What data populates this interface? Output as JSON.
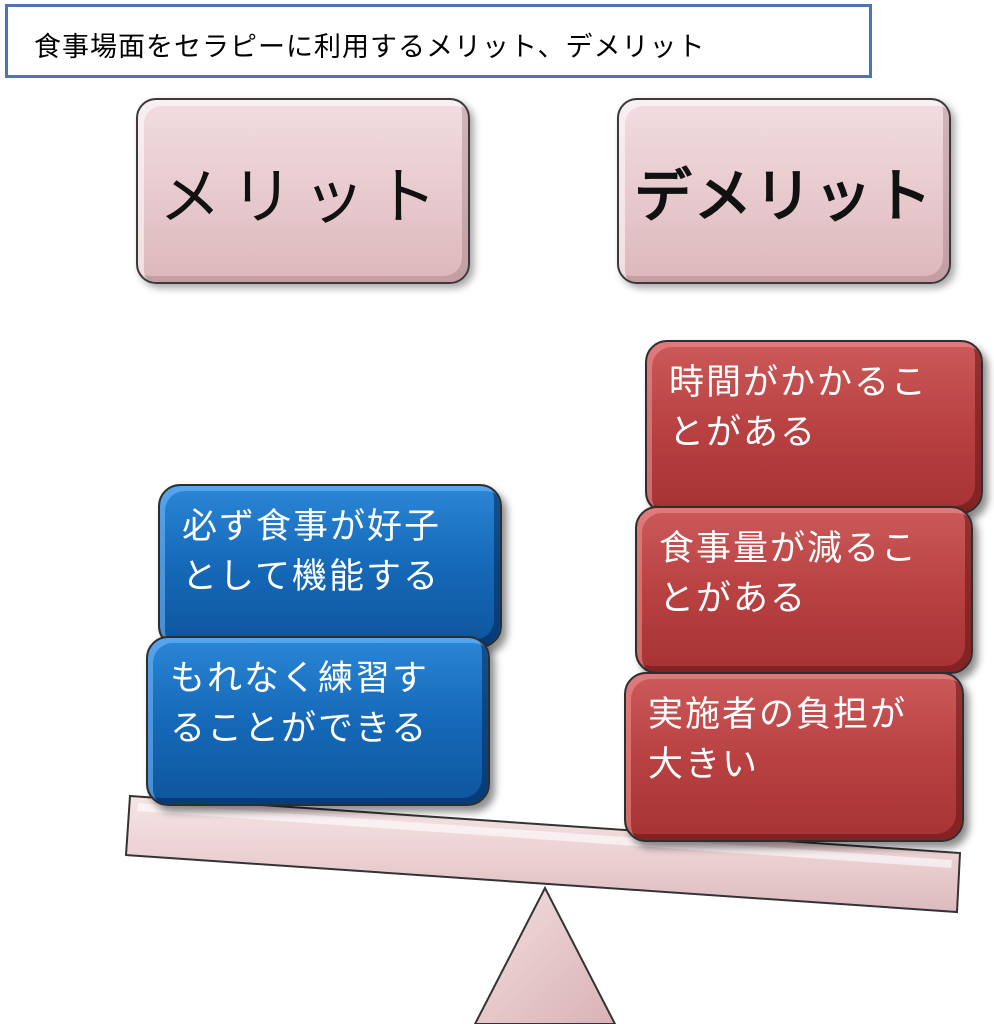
{
  "title": "食事場面をセラピーに利用するメリット、デメリット",
  "headers": {
    "merit": "メリット",
    "demerit": "デメリット"
  },
  "merits": [
    {
      "text": "必ず食事が好子\nとして機能する"
    },
    {
      "text": "もれなく練習す\nることができる"
    }
  ],
  "demerits": [
    {
      "text": "時間がかかるこ\nとがある"
    },
    {
      "text": "食事量が減るこ\nとがある"
    },
    {
      "text": "実施者の負担が\n大きい"
    }
  ],
  "colors": {
    "title_border": "#4a76b8",
    "header_fill": "#e7c9cd",
    "merit_fill": "#1569b8",
    "demerit_fill": "#b94142",
    "seesaw_fill": "#efd6d8"
  }
}
